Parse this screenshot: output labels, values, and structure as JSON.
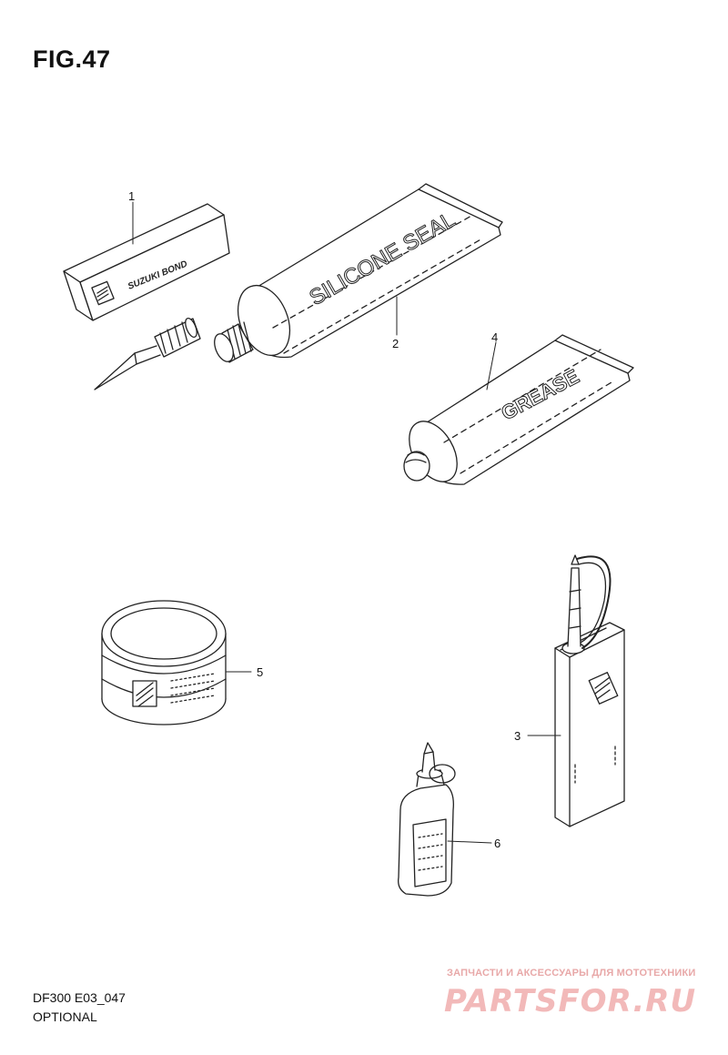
{
  "figure": {
    "title": "FIG.47"
  },
  "footer": {
    "code": "DF300 E03_047",
    "subtitle": "OPTIONAL"
  },
  "watermark": {
    "text": "ЗАПЧАСТИ И АКСЕССУАРЫ ДЛЯ МОТОТЕХНИКИ",
    "logo": "PARTSFOR.RU",
    "color": "#f2b9b9"
  },
  "parts": [
    {
      "ref": "1",
      "label": "SUZUKI BOND"
    },
    {
      "ref": "2",
      "label": "SILICONE SEAL"
    },
    {
      "ref": "3"
    },
    {
      "ref": "4",
      "label": "GREASE"
    },
    {
      "ref": "5"
    },
    {
      "ref": "6"
    }
  ]
}
